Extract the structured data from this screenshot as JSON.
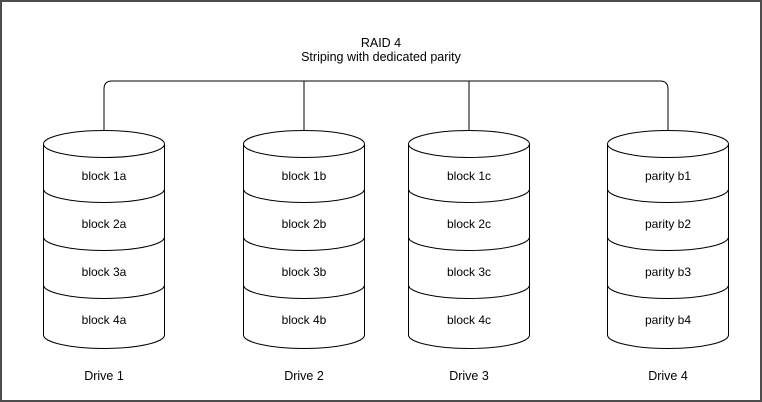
{
  "title": "RAID 4",
  "subtitle": "Striping with dedicated parity",
  "drives": [
    {
      "label": "Drive 1",
      "blocks": [
        "block 1a",
        "block 2a",
        "block 3a",
        "block 4a"
      ]
    },
    {
      "label": "Drive 2",
      "blocks": [
        "block 1b",
        "block 2b",
        "block 3b",
        "block 4b"
      ]
    },
    {
      "label": "Drive 3",
      "blocks": [
        "block 1c",
        "block 2c",
        "block 3c",
        "block 4c"
      ]
    },
    {
      "label": "Drive 4",
      "blocks": [
        "parity b1",
        "parity b2",
        "parity b3",
        "parity b4"
      ]
    }
  ],
  "colors": {
    "line_stroke": "#000000",
    "shape_fill": "#ffffff",
    "frame_border": "#4d4d4d",
    "background": "#ffffff"
  }
}
